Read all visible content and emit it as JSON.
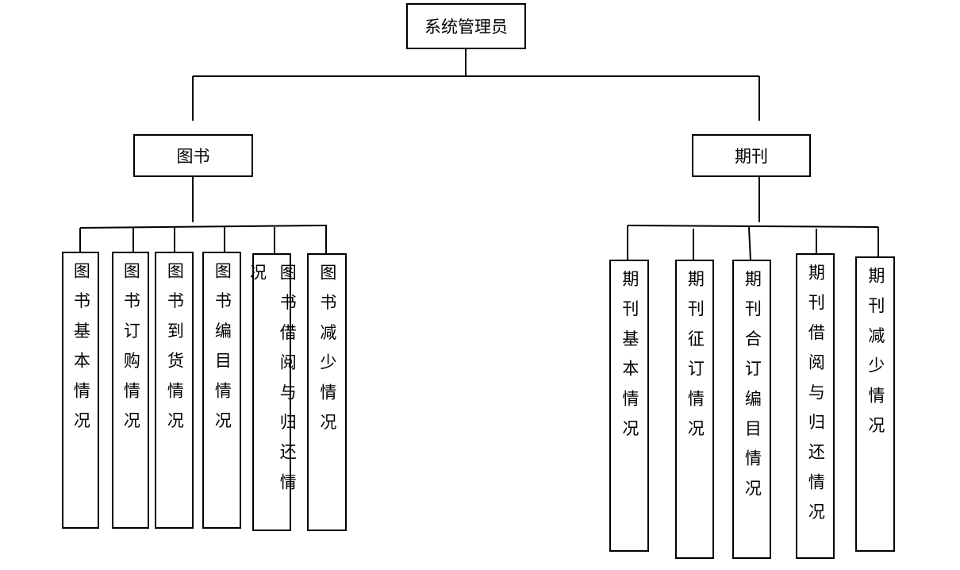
{
  "root": {
    "label": "系统管理员"
  },
  "branches": [
    {
      "label": "图书",
      "children": [
        "图书基本情况",
        "图书订购情况",
        "图书到货情况",
        "图书编目情况",
        "图书借阅与归还情况",
        "图书减少情况"
      ]
    },
    {
      "label": "期刊",
      "children": [
        "期刊基本情况",
        "期刊征订情况",
        "期刊合订编目情况",
        "期刊借阅与归还情况",
        "期刊减少情况"
      ]
    }
  ]
}
